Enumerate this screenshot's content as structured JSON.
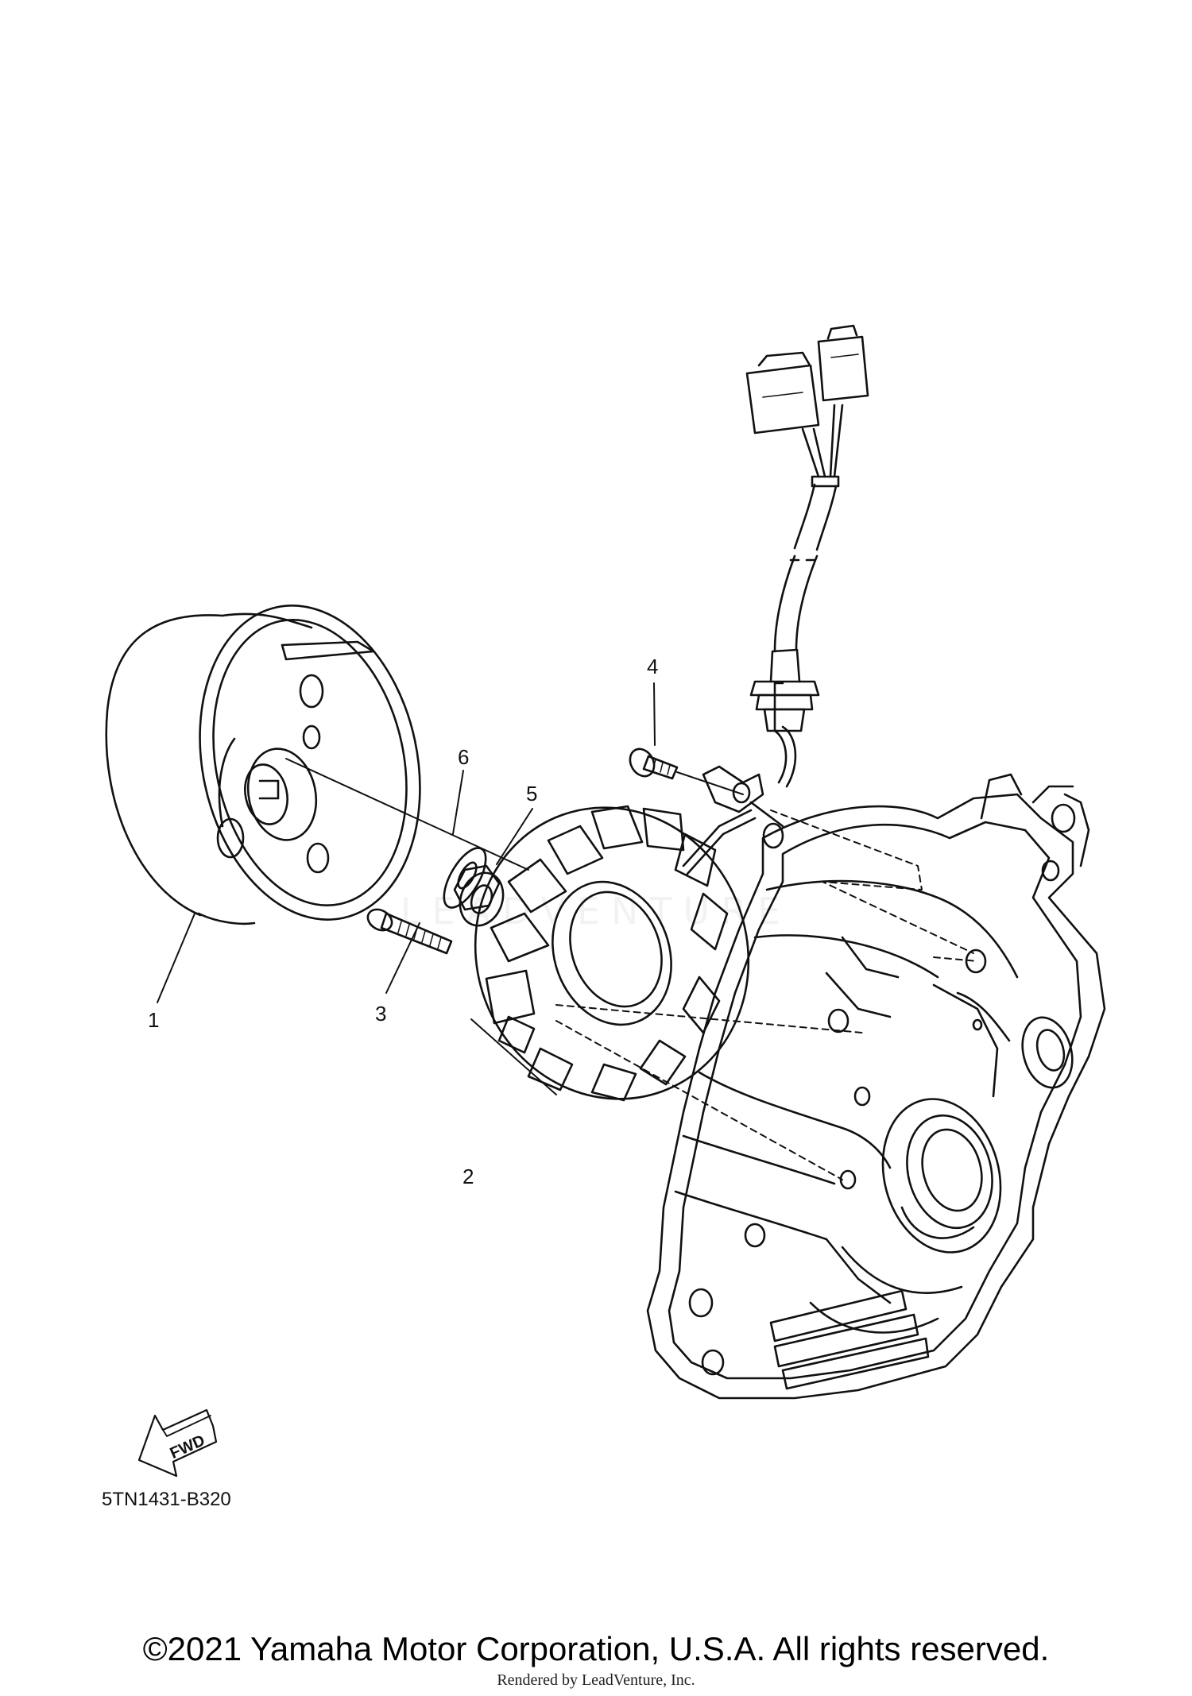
{
  "diagram": {
    "part_labels": [
      "1",
      "2",
      "3",
      "4",
      "5",
      "6"
    ],
    "fwd_label": "FWD",
    "diagram_code": "5TN1431-B320",
    "watermark_text": "LEADVENTURE"
  },
  "footer": {
    "copyright": "©2021 Yamaha Motor Corporation, U.S.A. All rights reserved.",
    "rendered_by": "Rendered by LeadVenture, Inc."
  }
}
